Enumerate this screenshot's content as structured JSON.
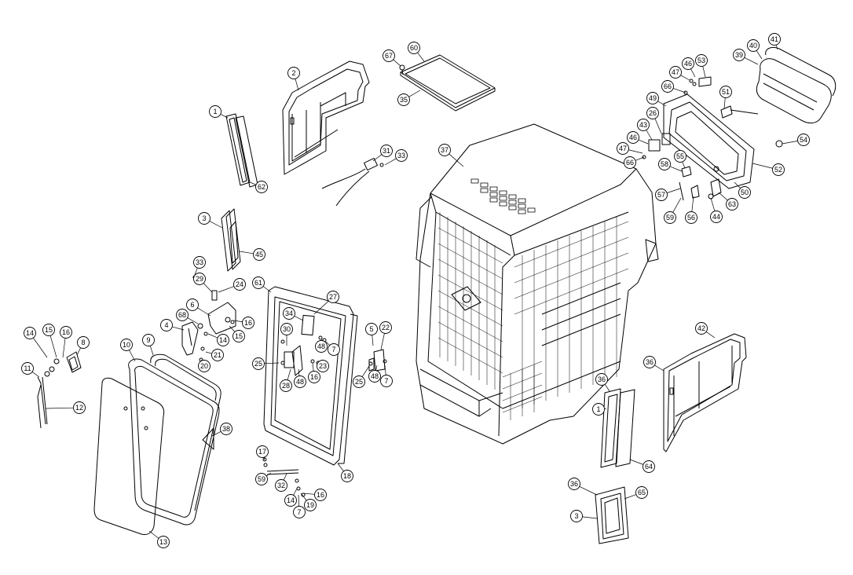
{
  "diagram": {
    "callouts": [
      {
        "id": "p1a",
        "label": "1"
      },
      {
        "id": "p62",
        "label": "62"
      },
      {
        "id": "p2",
        "label": "2"
      },
      {
        "id": "p67",
        "label": "67"
      },
      {
        "id": "p60",
        "label": "60"
      },
      {
        "id": "p35",
        "label": "35"
      },
      {
        "id": "p31",
        "label": "31"
      },
      {
        "id": "p33a",
        "label": "33"
      },
      {
        "id": "p37",
        "label": "37"
      },
      {
        "id": "p3a",
        "label": "3"
      },
      {
        "id": "p45",
        "label": "45"
      },
      {
        "id": "p33b",
        "label": "33"
      },
      {
        "id": "p29",
        "label": "29"
      },
      {
        "id": "p24",
        "label": "24"
      },
      {
        "id": "p6",
        "label": "6"
      },
      {
        "id": "p68",
        "label": "68"
      },
      {
        "id": "p16a",
        "label": "16"
      },
      {
        "id": "p4",
        "label": "4"
      },
      {
        "id": "p14a",
        "label": "14"
      },
      {
        "id": "p15a",
        "label": "15"
      },
      {
        "id": "p21",
        "label": "21"
      },
      {
        "id": "p20",
        "label": "20"
      },
      {
        "id": "p14b",
        "label": "14"
      },
      {
        "id": "p15b",
        "label": "15"
      },
      {
        "id": "p16b",
        "label": "16"
      },
      {
        "id": "p8",
        "label": "8"
      },
      {
        "id": "p11",
        "label": "11"
      },
      {
        "id": "p12",
        "label": "12"
      },
      {
        "id": "p10",
        "label": "10"
      },
      {
        "id": "p9",
        "label": "9"
      },
      {
        "id": "p38",
        "label": "38"
      },
      {
        "id": "p13",
        "label": "13"
      },
      {
        "id": "p61",
        "label": "61"
      },
      {
        "id": "p27",
        "label": "27"
      },
      {
        "id": "p34",
        "label": "34"
      },
      {
        "id": "p30",
        "label": "30"
      },
      {
        "id": "p48a",
        "label": "48"
      },
      {
        "id": "p7a",
        "label": "7"
      },
      {
        "id": "p25a",
        "label": "25"
      },
      {
        "id": "p48b",
        "label": "48"
      },
      {
        "id": "p16c",
        "label": "16"
      },
      {
        "id": "p23",
        "label": "23"
      },
      {
        "id": "p28",
        "label": "28"
      },
      {
        "id": "p5",
        "label": "5"
      },
      {
        "id": "p22",
        "label": "22"
      },
      {
        "id": "p25b",
        "label": "25"
      },
      {
        "id": "p48c",
        "label": "48"
      },
      {
        "id": "p7b",
        "label": "7"
      },
      {
        "id": "p18",
        "label": "18"
      },
      {
        "id": "p17",
        "label": "17"
      },
      {
        "id": "p59a",
        "label": "59"
      },
      {
        "id": "p32",
        "label": "32"
      },
      {
        "id": "p14c",
        "label": "14"
      },
      {
        "id": "p16d",
        "label": "16"
      },
      {
        "id": "p19",
        "label": "19"
      },
      {
        "id": "p7c",
        "label": "7"
      },
      {
        "id": "p47a",
        "label": "47"
      },
      {
        "id": "p46a",
        "label": "46"
      },
      {
        "id": "p53",
        "label": "53"
      },
      {
        "id": "p66a",
        "label": "66"
      },
      {
        "id": "p40",
        "label": "40"
      },
      {
        "id": "p41",
        "label": "41"
      },
      {
        "id": "p39",
        "label": "39"
      },
      {
        "id": "p51",
        "label": "51"
      },
      {
        "id": "p49",
        "label": "49"
      },
      {
        "id": "p26",
        "label": "26"
      },
      {
        "id": "p43",
        "label": "43"
      },
      {
        "id": "p46b",
        "label": "46"
      },
      {
        "id": "p47b",
        "label": "47"
      },
      {
        "id": "p66b",
        "label": "66"
      },
      {
        "id": "p54",
        "label": "54"
      },
      {
        "id": "p55",
        "label": "55"
      },
      {
        "id": "p58",
        "label": "58"
      },
      {
        "id": "p52",
        "label": "52"
      },
      {
        "id": "p57",
        "label": "57"
      },
      {
        "id": "p50",
        "label": "50"
      },
      {
        "id": "p59b",
        "label": "59"
      },
      {
        "id": "p56",
        "label": "56"
      },
      {
        "id": "p44",
        "label": "44"
      },
      {
        "id": "p63",
        "label": "63"
      },
      {
        "id": "p42",
        "label": "42"
      },
      {
        "id": "p36a",
        "label": "36"
      },
      {
        "id": "p36b",
        "label": "36"
      },
      {
        "id": "p1b",
        "label": "1"
      },
      {
        "id": "p64",
        "label": "64"
      },
      {
        "id": "p36c",
        "label": "36"
      },
      {
        "id": "p65",
        "label": "65"
      },
      {
        "id": "p3b",
        "label": "3"
      }
    ]
  }
}
